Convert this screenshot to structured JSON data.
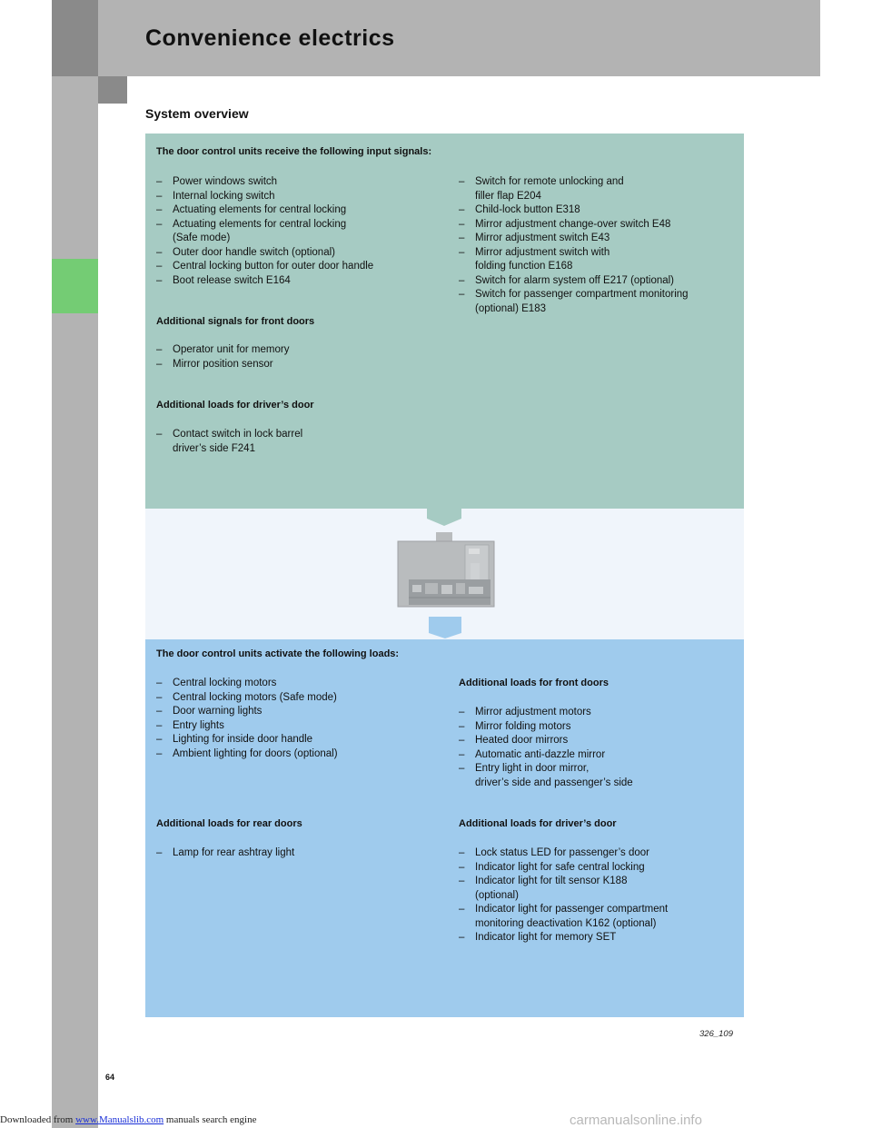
{
  "header": {
    "title": "Convenience electrics"
  },
  "section_title": "System overview",
  "inputs_panel": {
    "heading": "The door control units receive the following input signals:",
    "left_items": [
      [
        "Power windows switch"
      ],
      [
        "Internal locking switch"
      ],
      [
        "Actuating elements for central locking"
      ],
      [
        "Actuating elements for central locking",
        "(Safe mode)"
      ],
      [
        "Outer door handle switch (optional)"
      ],
      [
        "Central locking button for outer door handle"
      ],
      [
        "Boot release switch E164"
      ]
    ],
    "right_items": [
      [
        "Switch for remote unlocking and",
        "filler flap E204"
      ],
      [
        "Child-lock button E318"
      ],
      [
        "Mirror adjustment change-over switch E48"
      ],
      [
        "Mirror adjustment switch E43"
      ],
      [
        "Mirror adjustment switch with",
        "folding function E168"
      ],
      [
        "Switch for alarm system off E217 (optional)"
      ],
      [
        "Switch for passenger compartment monitoring",
        "(optional) E183"
      ]
    ],
    "front_doors_heading": "Additional signals for front doors",
    "front_doors_items": [
      [
        "Operator unit for memory"
      ],
      [
        "Mirror position sensor"
      ]
    ],
    "driver_door_heading": "Additional loads for driver’s door",
    "driver_door_items": [
      [
        "Contact switch in lock barrel",
        "driver’s side F241"
      ]
    ]
  },
  "loads_panel": {
    "heading": "The door control units activate the following loads:",
    "left_items": [
      [
        "Central locking motors"
      ],
      [
        "Central locking motors (Safe mode)"
      ],
      [
        "Door warning lights"
      ],
      [
        "Entry lights"
      ],
      [
        "Lighting for inside door handle"
      ],
      [
        "Ambient lighting for doors (optional)"
      ]
    ],
    "front_doors_heading": "Additional loads for front doors",
    "front_doors_items": [
      [
        "Mirror adjustment motors"
      ],
      [
        "Mirror folding motors"
      ],
      [
        "Heated door mirrors"
      ],
      [
        "Automatic anti-dazzle mirror"
      ],
      [
        "Entry light in door mirror,",
        "driver’s side and passenger’s side"
      ]
    ],
    "rear_doors_heading": "Additional loads for rear doors",
    "rear_doors_items": [
      [
        "Lamp for rear ashtray light"
      ]
    ],
    "driver_door_heading": "Additional loads for driver’s door",
    "driver_door_items": [
      [
        "Lock status LED for passenger’s door"
      ],
      [
        "Indicator light for safe central locking"
      ],
      [
        "Indicator light for tilt sensor K188",
        "(optional)"
      ],
      [
        "Indicator light for passenger compartment",
        "monitoring deactivation K162 (optional)"
      ],
      [
        "Indicator light for memory SET"
      ]
    ]
  },
  "figure_number": "326_109",
  "page_number": "64",
  "footer": {
    "prefix": "Downloaded from ",
    "link_text": "www.Manualslib.com",
    "suffix": " manuals search engine"
  },
  "watermark": "carmanualsonline.info",
  "colors": {
    "inputs_panel": "#a6cbc3",
    "loads_panel": "#9fcbed",
    "header_band": "#b3b3b3",
    "accent_green": "#74cc74"
  }
}
